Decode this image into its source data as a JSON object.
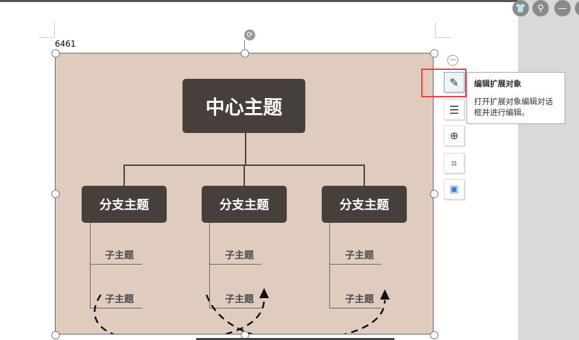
{
  "label_6461": "6461",
  "mindmap": {
    "center": "中心主题",
    "branches": [
      "分支主题",
      "分支主题",
      "分支主题"
    ],
    "sub": "子主题"
  },
  "tooltip": {
    "title": "编辑扩展对象",
    "desc": "打开扩展对象编辑对话框并进行编辑。"
  },
  "window_buttons": [
    "shirt-icon",
    "pin-icon",
    "minimize-icon"
  ],
  "tools": [
    "edit-extension-object",
    "text-wrap",
    "zoom-in",
    "crop",
    "change-picture"
  ]
}
